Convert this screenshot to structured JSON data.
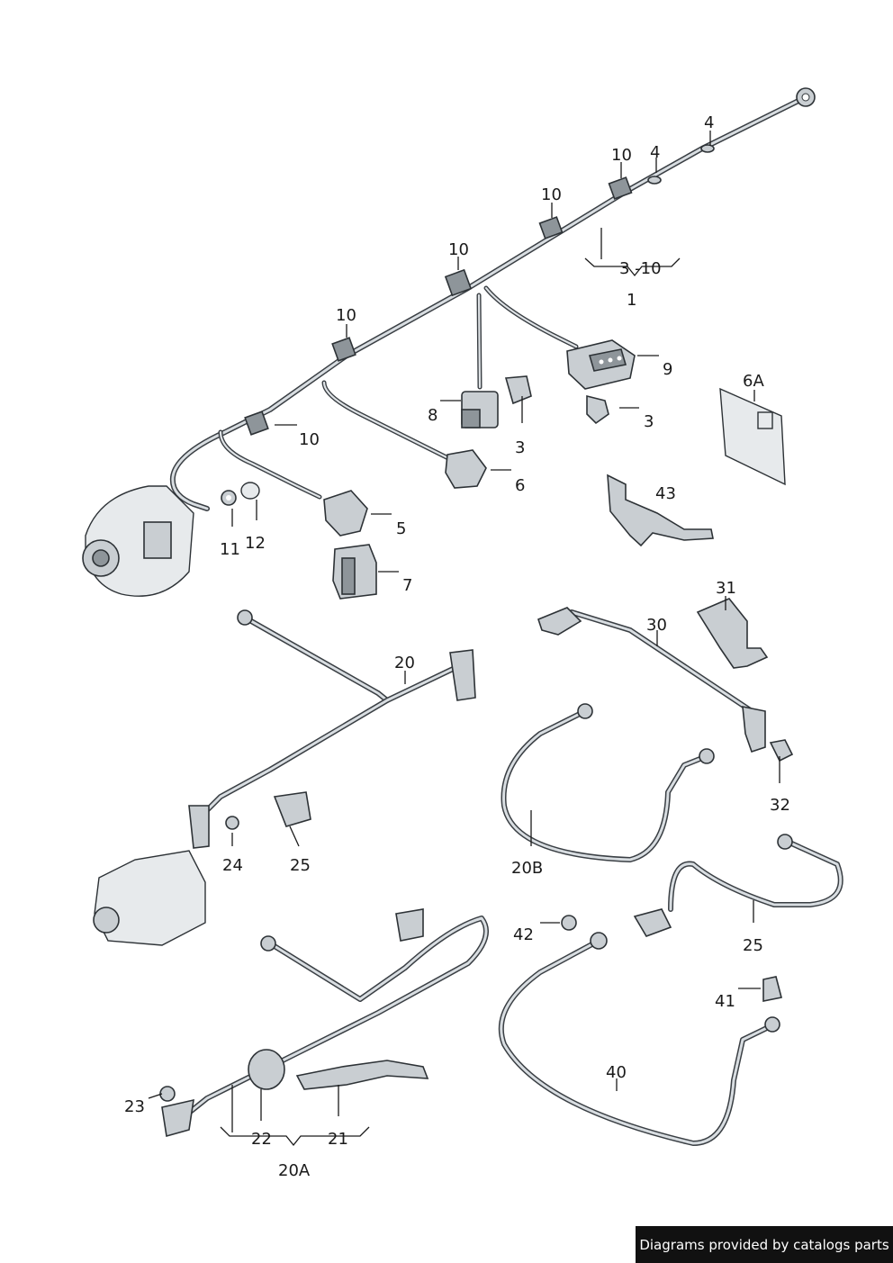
{
  "labels": {
    "l_4a": "4",
    "l_4b": "4",
    "l_10a": "10",
    "l_10b": "10",
    "l_10c": "10",
    "l_10d": "10",
    "l_10e": "10",
    "l_range_3_10": "3 -10",
    "l_1": "1",
    "l_9": "9",
    "l_6a": "6A",
    "l_8": "8",
    "l_3a": "3",
    "l_3b": "3",
    "l_6": "6",
    "l_43": "43",
    "l_5": "5",
    "l_11": "11",
    "l_12": "12",
    "l_7": "7",
    "l_31": "31",
    "l_30": "30",
    "l_20": "20",
    "l_32": "32",
    "l_24": "24",
    "l_25a": "25",
    "l_20b": "20B",
    "l_25b": "25",
    "l_42": "42",
    "l_41": "41",
    "l_40": "40",
    "l_23": "23",
    "l_22": "22",
    "l_21": "21",
    "l_20a": "20A"
  },
  "footer": {
    "text": "Diagrams provided by catalogs parts"
  }
}
